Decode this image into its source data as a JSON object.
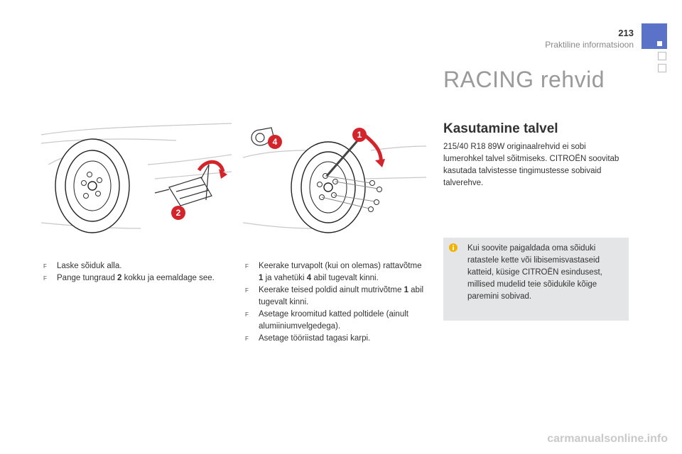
{
  "page": {
    "number": "213",
    "section": "Praktiline informatsioon"
  },
  "title": "RACING rehvid",
  "winter": {
    "heading": "Kasutamine talvel",
    "body": "215/40 R18 89W originaalrehvid ei sobi lumerohkel talvel sõitmiseks. CITROËN soovitab kasutada talvistesse tingimustesse sobivaid talverehve."
  },
  "info_box": {
    "icon": "info-icon",
    "text": "Kui soovite paigaldada oma sõiduki ratastele kette või libisemisvastaseid katteid, küsige CITROËN esindusest, millised mudelid teie sõidukile kõige paremini sobivad."
  },
  "illustrations": {
    "left": {
      "callout": "2"
    },
    "right": {
      "callout_a": "1",
      "callout_b": "4"
    }
  },
  "steps_left": [
    {
      "pre": "Laske sõiduk alla.",
      "bold": "",
      "post": ""
    },
    {
      "pre": "Pange tungraud ",
      "bold": "2",
      "post": " kokku ja eemaldage see."
    }
  ],
  "steps_right": [
    {
      "pre": "Keerake turvapolt (kui on olemas) rattavõtme ",
      "bold": "1",
      "mid": " ja vahetüki ",
      "bold2": "4",
      "post": " abil tugevalt kinni."
    },
    {
      "pre": "Keerake teised poldid ainult mutrivõtme ",
      "bold": "1",
      "mid": " abil tugevalt kinni.",
      "bold2": "",
      "post": ""
    },
    {
      "pre": "Asetage kroomitud katted poltidele (ainult alumiiniumvelgedega).",
      "bold": "",
      "mid": "",
      "bold2": "",
      "post": ""
    },
    {
      "pre": "Asetage tööriistad tagasi karpi.",
      "bold": "",
      "mid": "",
      "bold2": "",
      "post": ""
    }
  ],
  "bullet_glyph": "F",
  "footer": "carmanualsonline.info",
  "colors": {
    "accent": "#5a73c9",
    "callout": "#d3242b",
    "info_bg": "#e4e5e6"
  }
}
